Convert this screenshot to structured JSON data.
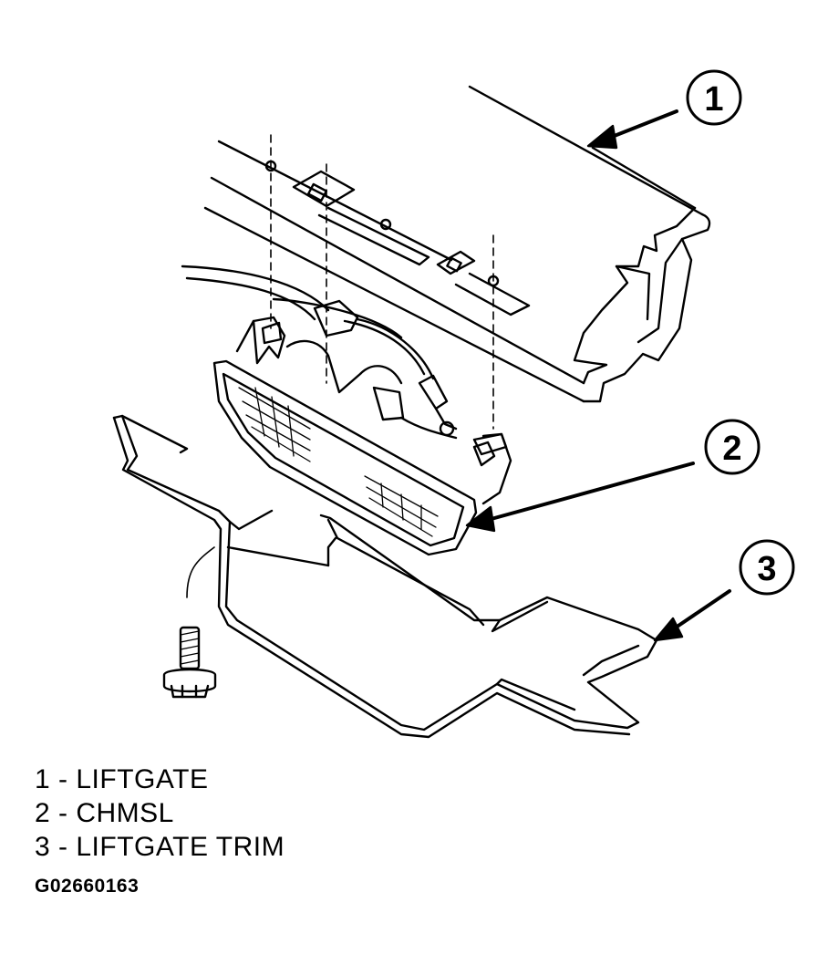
{
  "callouts": [
    "1",
    "2",
    "3"
  ],
  "legend": [
    "1 - LIFTGATE",
    "2 - CHMSL",
    "3 - LIFTGATE TRIM"
  ],
  "figure_code": "G02660163",
  "colors": {
    "ink": "#000000",
    "paper": "#ffffff"
  }
}
